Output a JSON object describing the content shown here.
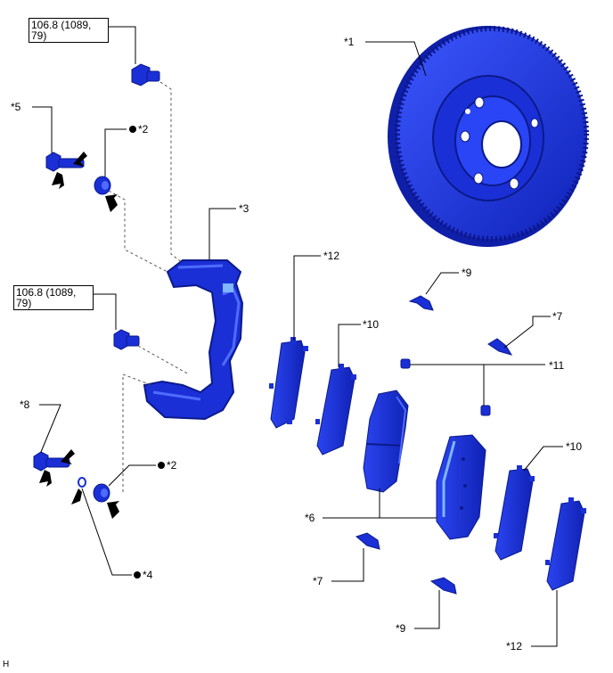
{
  "colors": {
    "part": "#1a2fd6",
    "part_dark": "#0b1a8a",
    "part_light": "#4f6cff",
    "line": "#000000"
  },
  "torque": [
    {
      "line1": "106.8 (1089,",
      "line2": "79)"
    },
    {
      "line1": "106.8 (1089,",
      "line2": "79)"
    }
  ],
  "callouts": {
    "c1": "*1",
    "c2a": "*2",
    "c2b": "*2",
    "c3": "*3",
    "c4": "*4",
    "c5": "*5",
    "c6": "*6",
    "c7a": "*7",
    "c7b": "*7",
    "c8": "*8",
    "c9a": "*9",
    "c9b": "*9",
    "c10a": "*10",
    "c10b": "*10",
    "c11": "*11",
    "c12a": "*12",
    "c12b": "*12"
  },
  "corner_code": "H"
}
